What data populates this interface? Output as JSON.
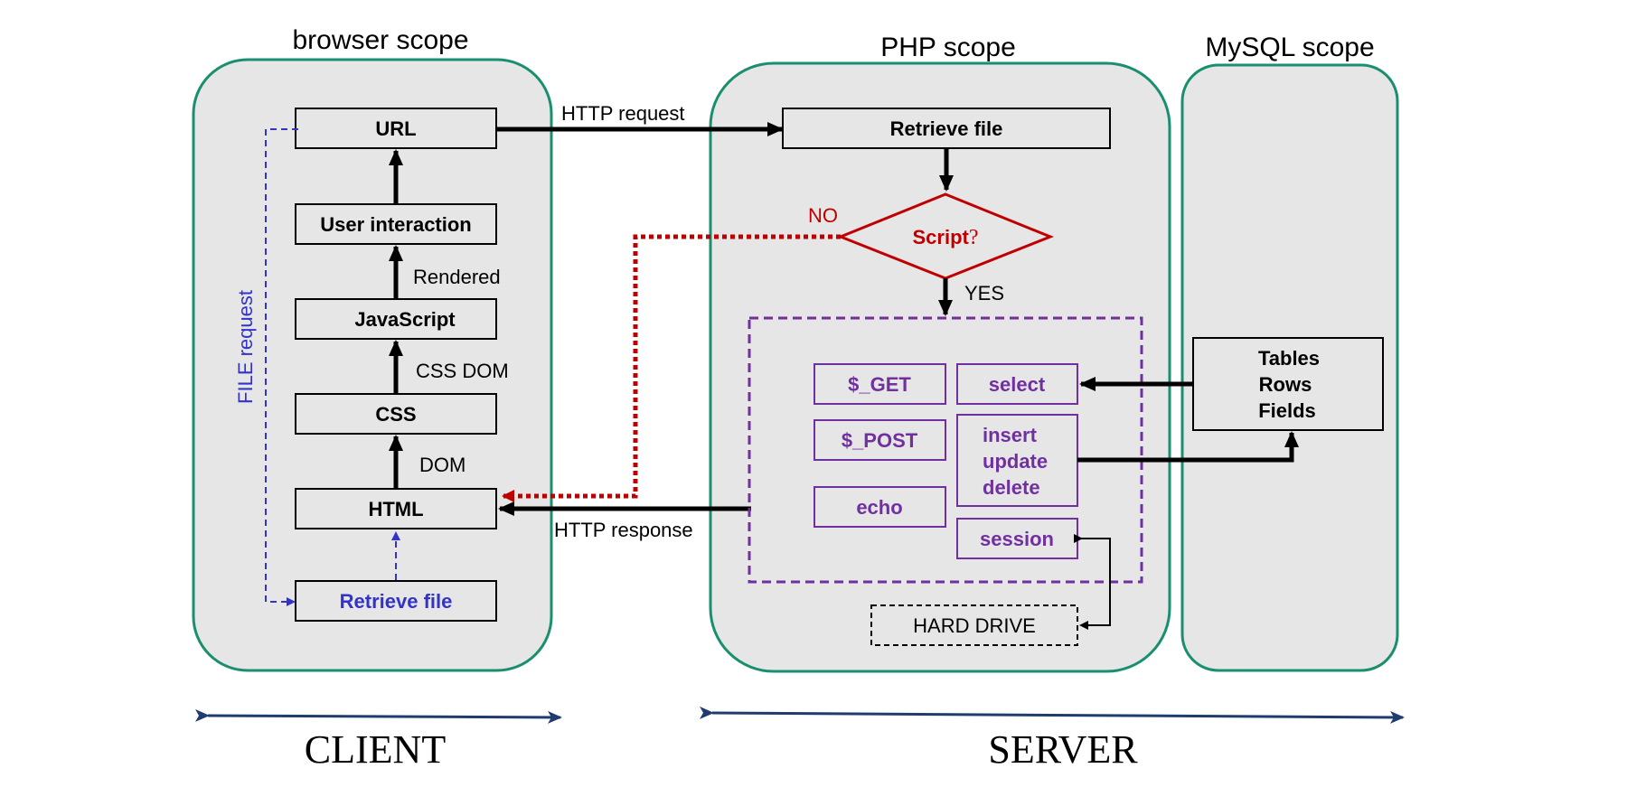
{
  "scopes": {
    "browser": "browser scope",
    "php": "PHP scope",
    "mysql": "MySQL scope"
  },
  "browser_boxes": {
    "url": "URL",
    "user_interaction": "User interaction",
    "javascript": "JavaScript",
    "css": "CSS",
    "html": "HTML",
    "retrieve_file": "Retrieve file"
  },
  "browser_edges": {
    "rendered": "Rendered",
    "css_dom": "CSS DOM",
    "dom": "DOM",
    "file_request": "FILE request"
  },
  "http": {
    "request": "HTTP request",
    "response": "HTTP response"
  },
  "php_flow": {
    "retrieve_file": "Retrieve file",
    "script_text": "Script",
    "script_mark": "?",
    "no": "NO",
    "yes": "YES"
  },
  "php_boxes": {
    "get": "$_GET",
    "post": "$_POST",
    "echo": "echo",
    "select": "select",
    "insert": "insert",
    "update": "update",
    "delete": "delete",
    "session": "session"
  },
  "hard_drive": "HARD DRIVE",
  "mysql_box": {
    "line1": "Tables",
    "line2": "Rows",
    "line3": "Fields"
  },
  "bottom": {
    "client": "CLIENT",
    "server": "SERVER"
  },
  "colors": {
    "scope_fill": "#e6e6e6",
    "scope_border": "#1a8f6f",
    "black": "#000000",
    "blue": "#3333cc",
    "red": "#c00000",
    "purple": "#7030a0",
    "navy": "#1f3c6e"
  }
}
